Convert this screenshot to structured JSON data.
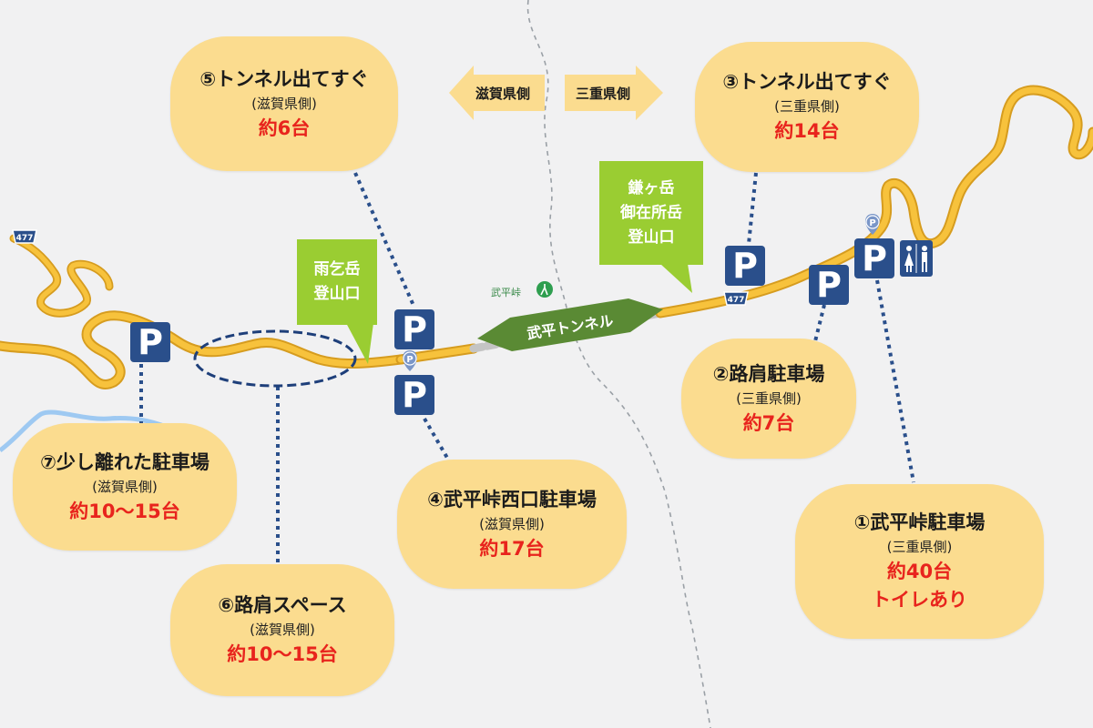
{
  "colors": {
    "background": "#f1f1f2",
    "road": "#f7c23c",
    "bubble": "#fbdc8f",
    "parking": "#2a4f8b",
    "count_text": "#e8241d",
    "trailhead": "#9acd32",
    "tunnel": "#5a8a34",
    "arrow": "#fbdc8f"
  },
  "prefectures": {
    "left_label": "滋賀県側",
    "right_label": "三重県側"
  },
  "route_number": "477",
  "pass_name": "武平峠",
  "tunnel": {
    "label": "武平トンネル"
  },
  "trailheads": [
    {
      "lines": [
        "雨乞岳",
        "登山口"
      ]
    },
    {
      "lines": [
        "鎌ヶ岳",
        "御在所岳",
        "登山口"
      ]
    }
  ],
  "parking_symbol": "P",
  "pin_symbol": "P",
  "parking_areas": [
    {
      "name": "①武平峠駐車場",
      "side": "(三重県側)",
      "count": "約40台",
      "note": "トイレあり",
      "icon": "toilet-icon"
    },
    {
      "name": "②路肩駐車場",
      "side": "(三重県側)",
      "count": "約7台"
    },
    {
      "name": "③トンネル出てすぐ",
      "side": "(三重県側)",
      "count": "約14台"
    },
    {
      "name": "④武平峠西口駐車場",
      "side": "(滋賀県側)",
      "count": "約17台"
    },
    {
      "name": "⑤トンネル出てすぐ",
      "side": "(滋賀県側)",
      "count": "約6台"
    },
    {
      "name": "⑥路肩スペース",
      "side": "(滋賀県側)",
      "count": "約10〜15台"
    },
    {
      "name": "⑦少し離れた駐車場",
      "side": "(滋賀県側)",
      "count": "約10〜15台"
    }
  ]
}
